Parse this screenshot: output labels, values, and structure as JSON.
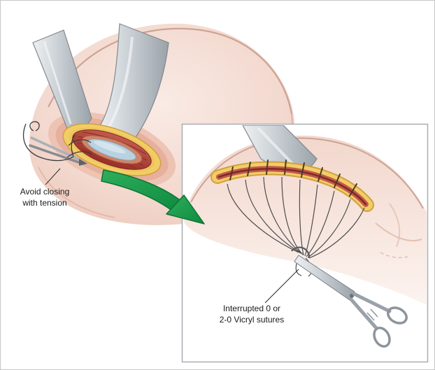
{
  "figure": {
    "type": "surgical-illustration",
    "annotations": {
      "avoid_tension": {
        "line1": "Avoid closing",
        "line2": "with tension"
      },
      "sutures": {
        "line1": "Interrupted 0 or",
        "line2": "2-0 Vicryl sutures"
      }
    },
    "colors": {
      "skin": "#f3d9cf",
      "skin_eversion": "#ecc0b0",
      "fat": "#f2cd66",
      "muscle": "#a84038",
      "deep_tissue_blue": "#b9d2e0",
      "retractor_metal": "#c9cfd4",
      "suture_thread": "#4d4d4d",
      "arrow_green": "#169a49",
      "inset_frame": "#a8adb2"
    }
  }
}
